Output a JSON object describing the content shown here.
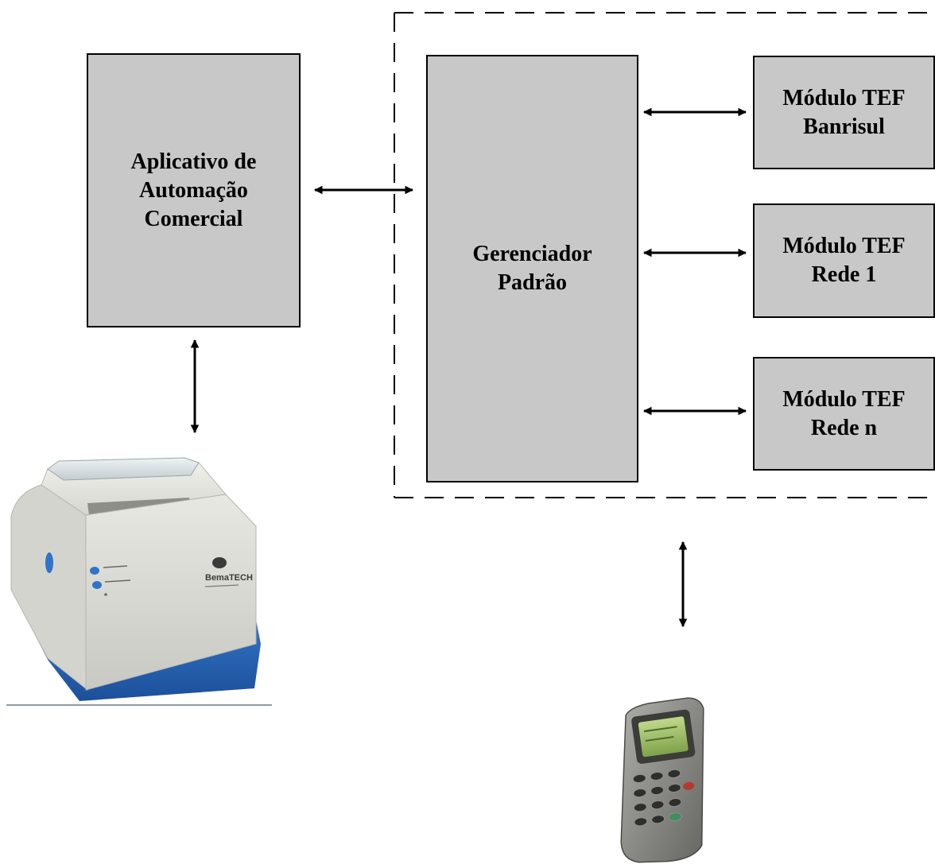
{
  "boxes": {
    "app": [
      "Aplicativo de",
      "Automação",
      "Comercial"
    ],
    "gerenciador": [
      "Gerenciador",
      "Padrão"
    ],
    "banrisul": [
      "Módulo TEF",
      "Banrisul"
    ],
    "rede1": [
      "Módulo TEF",
      "Rede 1"
    ],
    "reden": [
      "Módulo TEF",
      "Rede n"
    ]
  },
  "images": {
    "printer_brand": "BemaTECH"
  },
  "colors": {
    "box_fill": "#c8c8c8",
    "printer_body": "#e2e2dc",
    "printer_base": "#2b6ec2",
    "pinpad_body": "#8a8a86"
  }
}
